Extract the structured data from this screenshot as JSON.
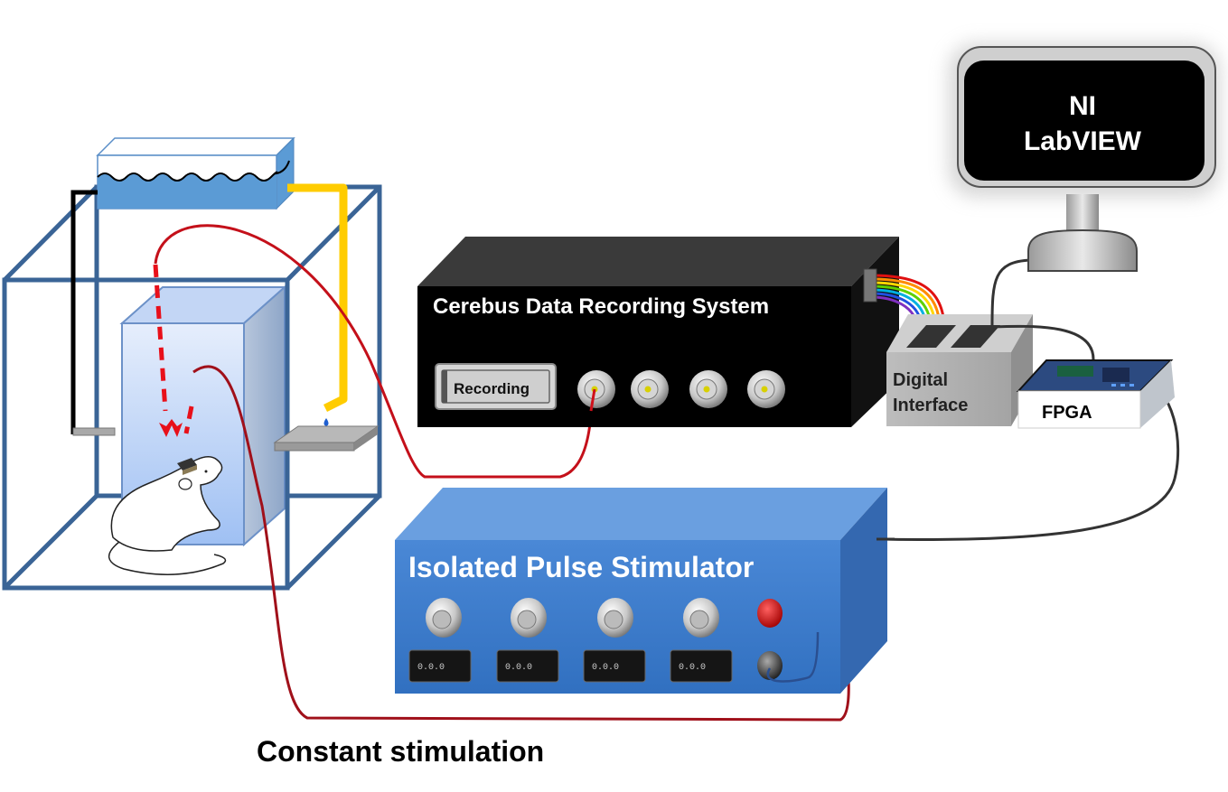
{
  "title": "Experimental setup diagram",
  "labels": {
    "cerebus": "Cerebus Data Recording System",
    "recording_button": "Recording",
    "digital_interface_line1": "Digital",
    "digital_interface_line2": "Interface",
    "fpga": "FPGA",
    "monitor_line1": "NI",
    "monitor_line2": "LabVIEW",
    "stimulator": "Isolated Pulse Stimulator",
    "caption": "Constant stimulation"
  },
  "components": [
    {
      "id": "behavior-box",
      "name": "Behavior chamber with rat"
    },
    {
      "id": "water-reservoir",
      "name": "Water reservoir"
    },
    {
      "id": "lever",
      "name": "Lever"
    },
    {
      "id": "water-tray",
      "name": "Water reward tray"
    },
    {
      "id": "cerebus",
      "name": "Cerebus Data Recording System",
      "bnc_ports": 4
    },
    {
      "id": "digital-interface",
      "name": "Digital Interface"
    },
    {
      "id": "fpga",
      "name": "FPGA"
    },
    {
      "id": "labview",
      "name": "NI LabVIEW monitor"
    },
    {
      "id": "stimulator",
      "name": "Isolated Pulse Stimulator",
      "channels": 4
    }
  ],
  "colors": {
    "box_frame": "#3a6496",
    "water": "#5b9bd5",
    "cable_red": "#d0101a",
    "cable_dark_red": "#8b0000",
    "pipe_yellow": "#ffcc00",
    "stimulator_blue": "#3f7fcf",
    "cerebus_black": "#000000"
  }
}
